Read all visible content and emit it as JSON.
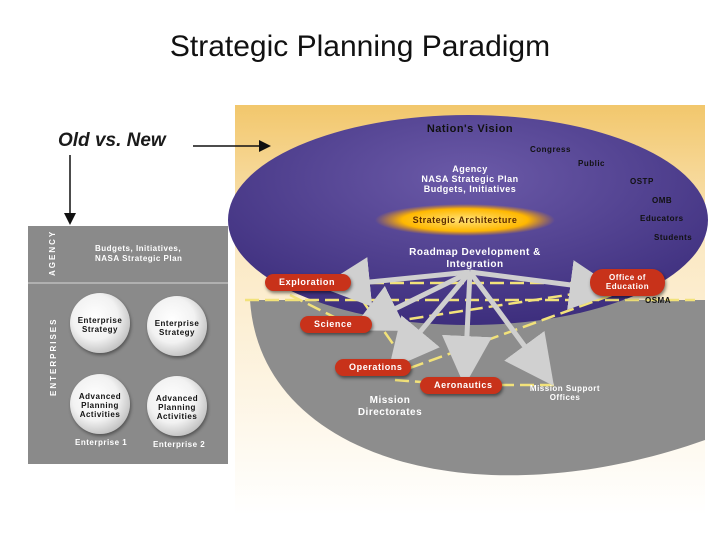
{
  "title": "Strategic Planning Paradigm",
  "subtitle": "Old vs. New",
  "nation_vision": "Nation's Vision",
  "stakeholders": {
    "congress": "Congress",
    "public": "Public",
    "ostp": "OSTP",
    "omb": "OMB",
    "educators": "Educators",
    "students": "Students",
    "osma": "OSMA"
  },
  "agency_block": {
    "line1": "Agency",
    "line2": "NASA Strategic Plan",
    "line3": "Budgets, Initiatives"
  },
  "strategic_architecture": "Strategic Architecture",
  "roadmap": {
    "line1": "Roadmap Development &",
    "line2": "Integration"
  },
  "bars": {
    "exploration": "Exploration",
    "science": "Science",
    "operations": "Operations",
    "aeronautics": "Aeronautics"
  },
  "office_of_education": {
    "line1": "Office of",
    "line2": "Education"
  },
  "mission_support": {
    "line1": "Mission Support",
    "line2": "Offices"
  },
  "mission_directorates": {
    "line1": "Mission",
    "line2": "Directorates"
  },
  "old_panel": {
    "agency_label": "AGENCY",
    "enterprises_label": "ENTERPRISES",
    "agency_text_1": "Budgets, Initiatives,",
    "agency_text_2": "NASA Strategic Plan",
    "disc_1": [
      "Enterprise",
      "Strategy"
    ],
    "disc_2": [
      "Enterprise",
      "Strategy"
    ],
    "disc_3": [
      "Advanced",
      "Planning",
      "Activities"
    ],
    "disc_4": [
      "Advanced",
      "Planning",
      "Activities"
    ],
    "enterprise_1": "Enterprise 1",
    "enterprise_2": "Enterprise 2"
  },
  "colors": {
    "bar_red": "#c8321a",
    "purple": "#4b3a8f",
    "gray_panel": "#8a8a8a",
    "sky_top": "#f2c76c"
  }
}
